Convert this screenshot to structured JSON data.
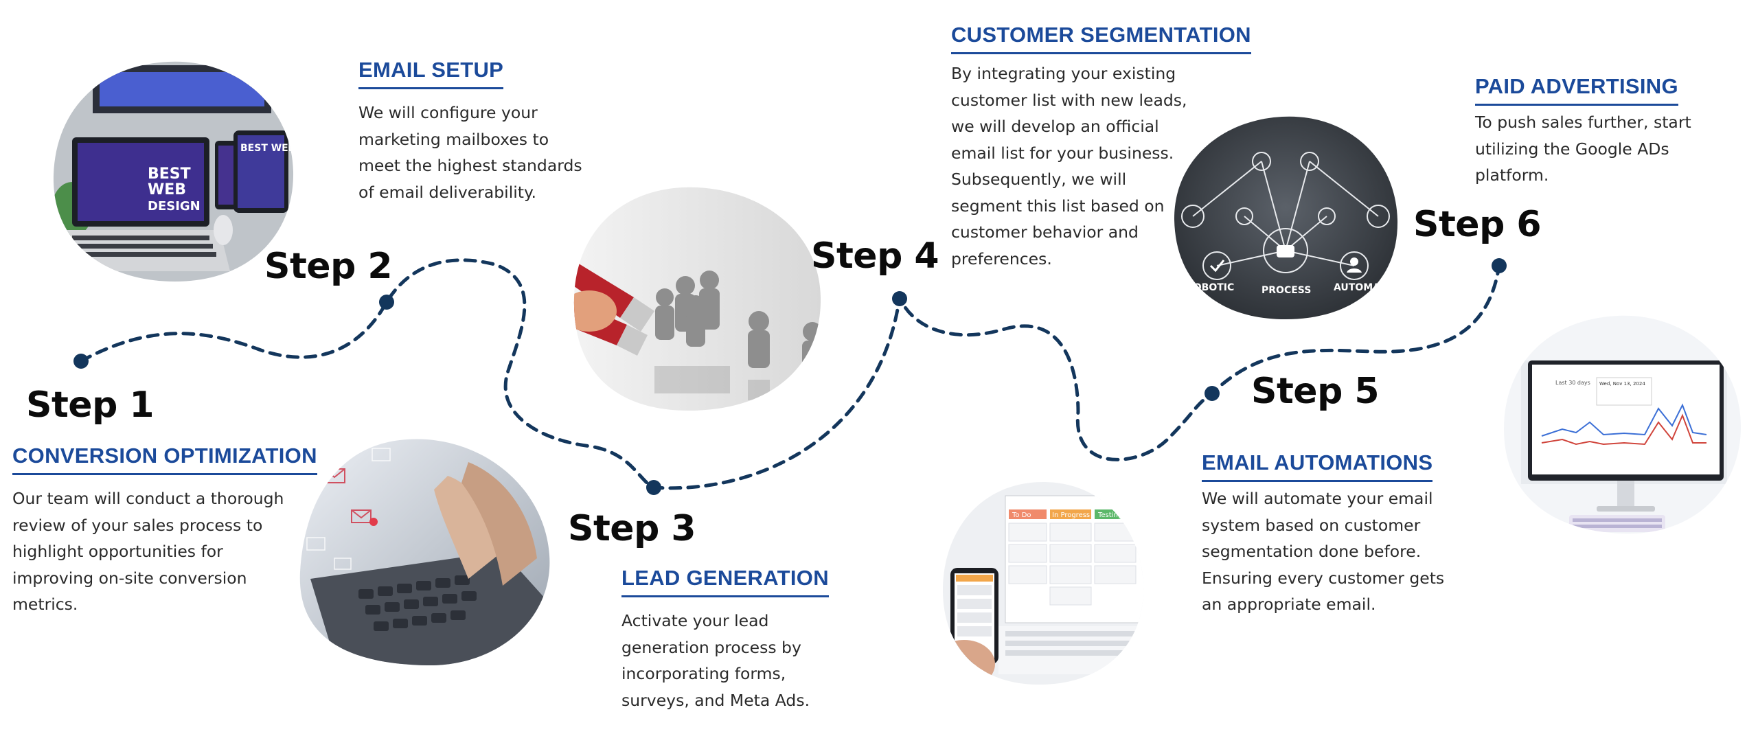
{
  "colors": {
    "heading": "#1b4a9a",
    "path": "#13365c",
    "dot": "#13365c",
    "step_text": "#0b0b0b"
  },
  "steps": [
    {
      "label": "Step 1",
      "heading": "CONVERSION OPTIMIZATION",
      "description": "Our team will conduct a thorough\nreview of your sales process to\nhighlight opportunities for\nimproving on-site conversion\nmetrics.",
      "image": "laptop-typing-email-icons"
    },
    {
      "label": "Step 2",
      "heading": "EMAIL SETUP",
      "description": "We will configure your\nmarketing mailboxes to\nmeet the highest standards\nof email deliverability.",
      "image": "responsive-web-design-devices"
    },
    {
      "label": "Step 3",
      "heading": "LEAD GENERATION",
      "description": "Activate your lead\ngeneration process by\nincorporating forms,\nsurveys, and Meta Ads.",
      "image": "magnet-attracting-figures"
    },
    {
      "label": "Step 4",
      "heading": "CUSTOMER SEGMENTATION",
      "description": "By integrating your existing\ncustomer list with new leads,\nwe will develop an official\nemail list for your business.\nSubsequently, we will\nsegment this list based on\ncustomer behavior and\npreferences.",
      "image": "robotic-process-automation"
    },
    {
      "label": "Step 5",
      "heading": "EMAIL AUTOMATIONS",
      "description": "We will automate your email\nsystem based on customer\nsegmentation done before.\nEnsuring every customer gets\nan appropriate email.",
      "image": "kanban-board-devices"
    },
    {
      "label": "Step 6",
      "heading": "PAID ADVERTISING",
      "description": "To push sales further, start\nutilizing the Google ADs\nplatform.",
      "image": "ads-dashboard-monitor"
    }
  ],
  "image_text": {
    "web_design": "BEST WEB DESIGN",
    "rpa": [
      "ROBOTIC",
      "PROCESS",
      "AUTOMA"
    ],
    "kanban": [
      "To Do",
      "In Progress",
      "Testing"
    ],
    "ads_date": "Wed, Nov 13, 2024",
    "ads_range": "Last 30 days"
  }
}
